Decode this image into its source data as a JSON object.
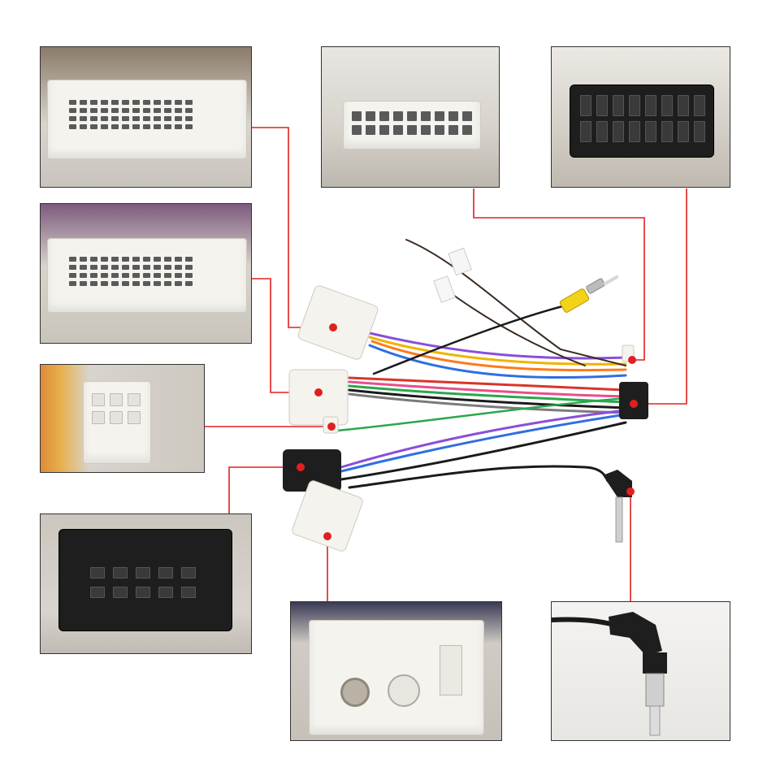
{
  "image": {
    "subject": "car-stereo-wiring-harness",
    "background_color": "#ffffff",
    "callout_line_color": "#e02020",
    "callout_dot_color": "#e02020",
    "boxes": [
      {
        "id": "white-24pin-connector-top-left",
        "icon": "white-multi-pin-connector"
      },
      {
        "id": "white-20pin-connector-top-center",
        "icon": "white-two-row-connector"
      },
      {
        "id": "black-16pin-connector-top-right",
        "icon": "black-iso-connector"
      },
      {
        "id": "white-24pin-connector-mid-left",
        "icon": "white-multi-pin-connector"
      },
      {
        "id": "white-6pin-connector-left",
        "icon": "white-small-connector"
      },
      {
        "id": "black-10pin-connector-bottom-left",
        "icon": "black-rectangular-connector"
      },
      {
        "id": "white-antenna-adapter-bottom-center",
        "icon": "white-antenna-socket"
      },
      {
        "id": "antenna-plug-bottom-right",
        "icon": "right-angle-antenna-plug"
      }
    ],
    "wire_colors": [
      "#f0b400",
      "#ff7a1a",
      "#8a4fd8",
      "#2f6fe0",
      "#2aa84a",
      "#e84f8a",
      "#1a1a1a",
      "#7a7a7a",
      "#d9342b",
      "#ffffff"
    ]
  }
}
